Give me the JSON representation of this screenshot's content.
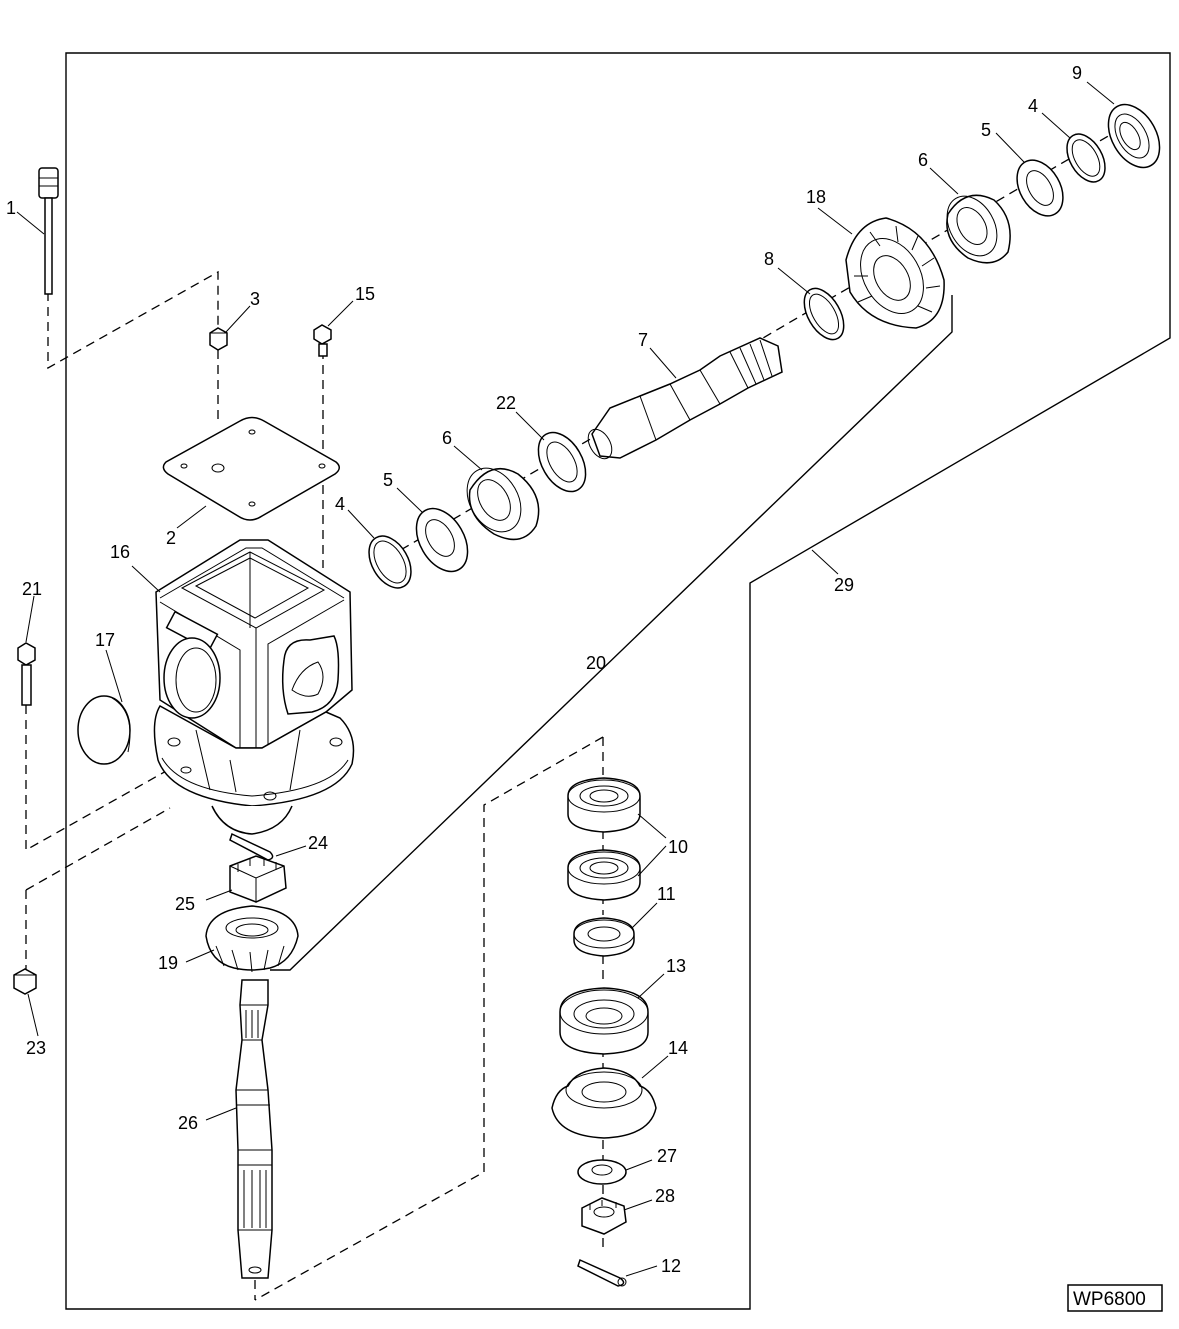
{
  "drawing": {
    "code": "WP6800",
    "callouts": [
      {
        "id": "1",
        "text": "1"
      },
      {
        "id": "2",
        "text": "2"
      },
      {
        "id": "3",
        "text": "3"
      },
      {
        "id": "4a",
        "text": "4"
      },
      {
        "id": "4b",
        "text": "4"
      },
      {
        "id": "5a",
        "text": "5"
      },
      {
        "id": "5b",
        "text": "5"
      },
      {
        "id": "6a",
        "text": "6"
      },
      {
        "id": "6b",
        "text": "6"
      },
      {
        "id": "7",
        "text": "7"
      },
      {
        "id": "8",
        "text": "8"
      },
      {
        "id": "9",
        "text": "9"
      },
      {
        "id": "10",
        "text": "10"
      },
      {
        "id": "11",
        "text": "11"
      },
      {
        "id": "12",
        "text": "12"
      },
      {
        "id": "13",
        "text": "13"
      },
      {
        "id": "14",
        "text": "14"
      },
      {
        "id": "15",
        "text": "15"
      },
      {
        "id": "16",
        "text": "16"
      },
      {
        "id": "17",
        "text": "17"
      },
      {
        "id": "18",
        "text": "18"
      },
      {
        "id": "19",
        "text": "19"
      },
      {
        "id": "20",
        "text": "20"
      },
      {
        "id": "21",
        "text": "21"
      },
      {
        "id": "22",
        "text": "22"
      },
      {
        "id": "23",
        "text": "23"
      },
      {
        "id": "24",
        "text": "24"
      },
      {
        "id": "25",
        "text": "25"
      },
      {
        "id": "26",
        "text": "26"
      },
      {
        "id": "27",
        "text": "27"
      },
      {
        "id": "28",
        "text": "28"
      },
      {
        "id": "29",
        "text": "29"
      }
    ]
  }
}
